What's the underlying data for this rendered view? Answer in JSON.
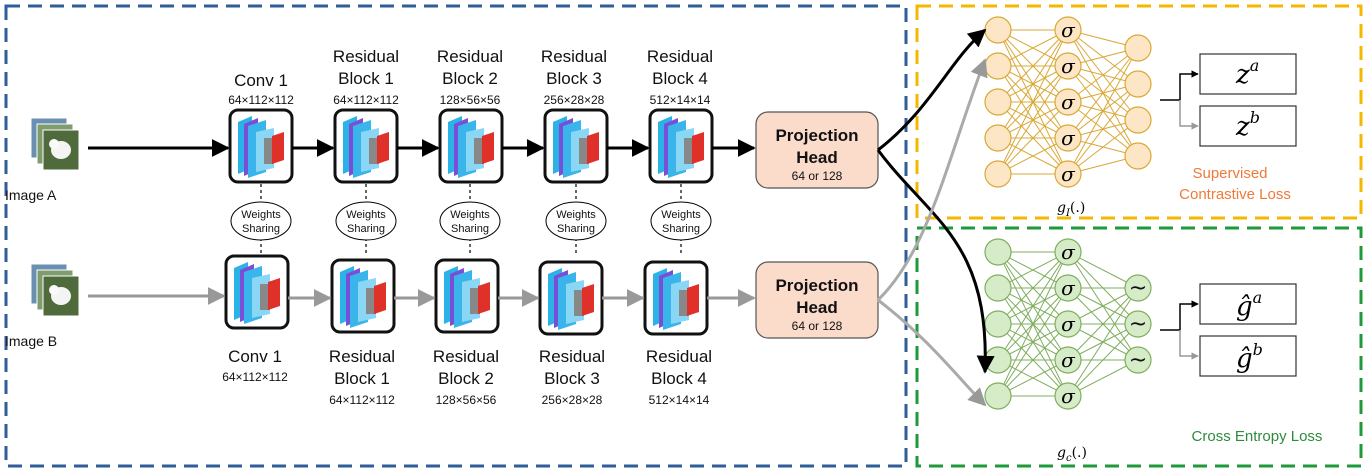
{
  "inputs": [
    {
      "label": "Image A"
    },
    {
      "label": "Image B"
    }
  ],
  "blocks": [
    {
      "name_l1": "Conv 1",
      "name_l2": "",
      "dims": "64×112×112"
    },
    {
      "name_l1": "Residual",
      "name_l2": "Block 1",
      "dims": "64×112×112"
    },
    {
      "name_l1": "Residual",
      "name_l2": "Block 2",
      "dims": "128×56×56"
    },
    {
      "name_l1": "Residual",
      "name_l2": "Block 3",
      "dims": "256×28×28"
    },
    {
      "name_l1": "Residual",
      "name_l2": "Block 4",
      "dims": "512×14×14"
    }
  ],
  "weights_sharing": {
    "line1": "Weights",
    "line2": "Sharing"
  },
  "projection_head": {
    "line1": "Projection",
    "line2": "Head",
    "sub": "64 or 128"
  },
  "heads": {
    "supervised": {
      "sigma": "σ",
      "func_main": "g",
      "func_sub": "I",
      "func_args": "(.)",
      "outputs": [
        {
          "base": "z",
          "sup": "a"
        },
        {
          "base": "z",
          "sup": "b"
        }
      ],
      "loss": "Supervised Contrastive Loss",
      "loss_l1": "Supervised",
      "loss_l2": "Contrastive Loss",
      "color": "#d9a835"
    },
    "cross_entropy": {
      "sigma": "σ",
      "tilde": "~",
      "func_main": "g",
      "func_sub": "c",
      "func_args": "(.)",
      "outputs": [
        {
          "base": "ĝ",
          "sup": "a"
        },
        {
          "base": "ĝ",
          "sup": "b"
        }
      ],
      "loss": "Cross Entropy Loss",
      "color": "#2e8b3e"
    }
  },
  "colors": {
    "outer_border": "#2e5d9a",
    "supervised_border": "#f5b800",
    "ce_border": "#1f9a3a",
    "ph_fill": "#fbdccb",
    "loss_orange": "#ee7a3a",
    "loss_green": "#2e8b3e"
  }
}
